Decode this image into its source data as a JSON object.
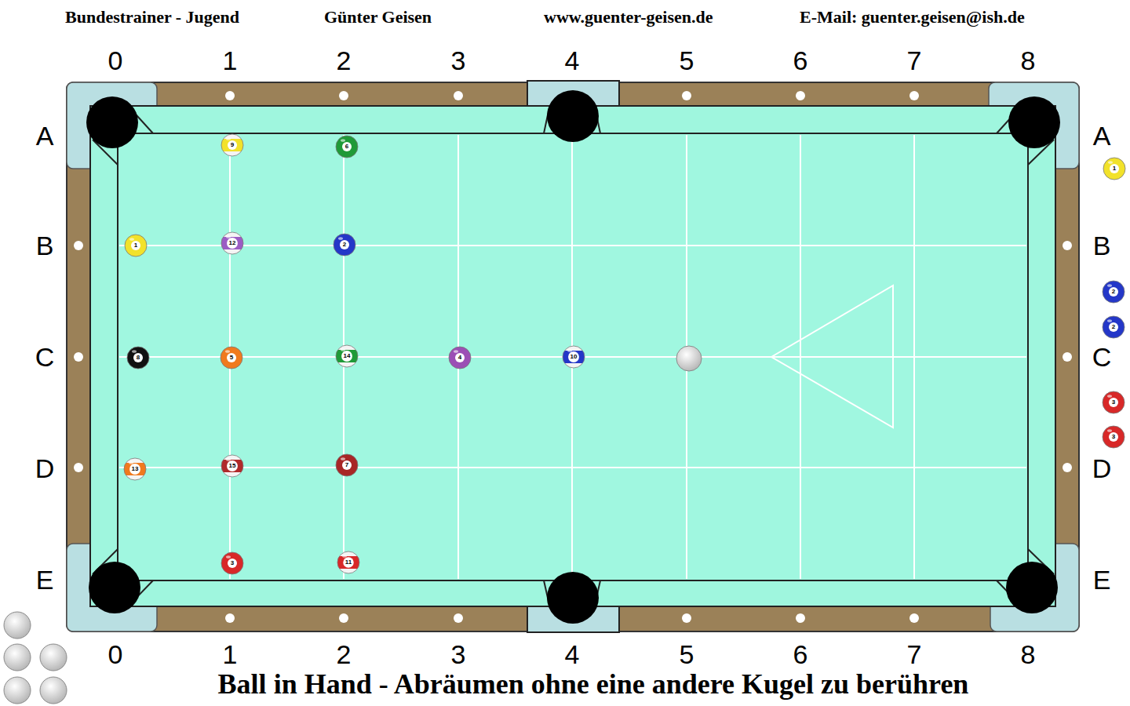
{
  "diagram": {
    "caption": "Ball in Hand - Abräumen ohne eine andere Kugel zu berühren",
    "nodes": [
      {
        "text": [
          "9"
        ]
      },
      {
        "text": [
          "6"
        ]
      },
      {
        "text": [
          "1"
        ]
      },
      {
        "text": [
          "12"
        ]
      },
      {
        "text": [
          "2"
        ]
      },
      {
        "text": [
          "8"
        ]
      },
      {
        "text": [
          "5"
        ]
      },
      {
        "text": [
          "14"
        ]
      },
      {
        "text": [
          "4"
        ]
      },
      {
        "text": [
          "10"
        ]
      },
      {
        "text": [
          "13"
        ]
      },
      {
        "text": [
          "15"
        ]
      },
      {
        "text": [
          "7"
        ]
      },
      {
        "text": [
          "3"
        ]
      },
      {
        "text": [
          "11"
        ]
      },
      {
        "text": [
          "1"
        ]
      },
      {
        "text": [
          "2"
        ]
      },
      {
        "text": [
          "2"
        ]
      },
      {
        "text": [
          "3"
        ]
      },
      {
        "text": [
          "3"
        ]
      }
    ],
    "labels": [
      "Bundestrainer - Jugend",
      "Günter Geisen",
      "www.guenter-geisen.de",
      "E-Mail: guenter.geisen@ish.de",
      "0",
      "1",
      "2",
      "3",
      "4",
      "5",
      "6",
      "7",
      "8",
      "A",
      "A",
      "B",
      "B",
      "C",
      "C",
      "D",
      "D",
      "E",
      "E",
      "0",
      "1",
      "2",
      "3",
      "4",
      "5",
      "6",
      "7",
      "8"
    ]
  }
}
